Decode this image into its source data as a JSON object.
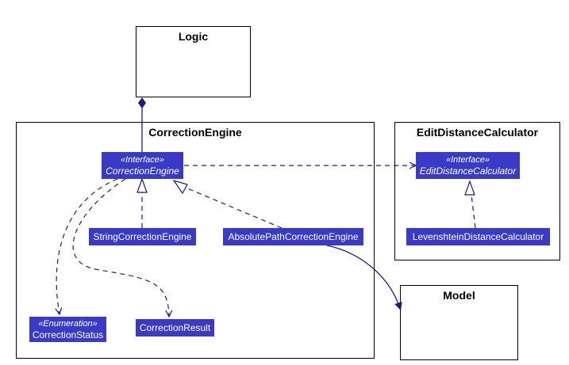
{
  "colors": {
    "class_fill": "#3a3ac8",
    "edge": "#1a1a8c",
    "package_border": "#000000",
    "background": "#ffffff"
  },
  "packages": {
    "logic": {
      "title": "Logic"
    },
    "correction_engine": {
      "title": "CorrectionEngine"
    },
    "edit_distance_calculator": {
      "title": "EditDistanceCalculator"
    },
    "model": {
      "title": "Model"
    }
  },
  "classes": {
    "correction_engine_interface": {
      "stereotype": "«Interface»",
      "name": "CorrectionEngine"
    },
    "string_correction_engine": {
      "name": "StringCorrectionEngine"
    },
    "absolute_path_correction_engine": {
      "name": "AbsolutePathCorrectionEngine"
    },
    "correction_status": {
      "stereotype": "«Enumeration»",
      "name": "CorrectionStatus"
    },
    "correction_result": {
      "name": "CorrectionResult"
    },
    "edit_distance_calculator_interface": {
      "stereotype": "«Interface»",
      "name": "EditDistanceCalculator"
    },
    "levenshtein_distance_calculator": {
      "name": "LevenshteinDistanceCalculator"
    }
  }
}
